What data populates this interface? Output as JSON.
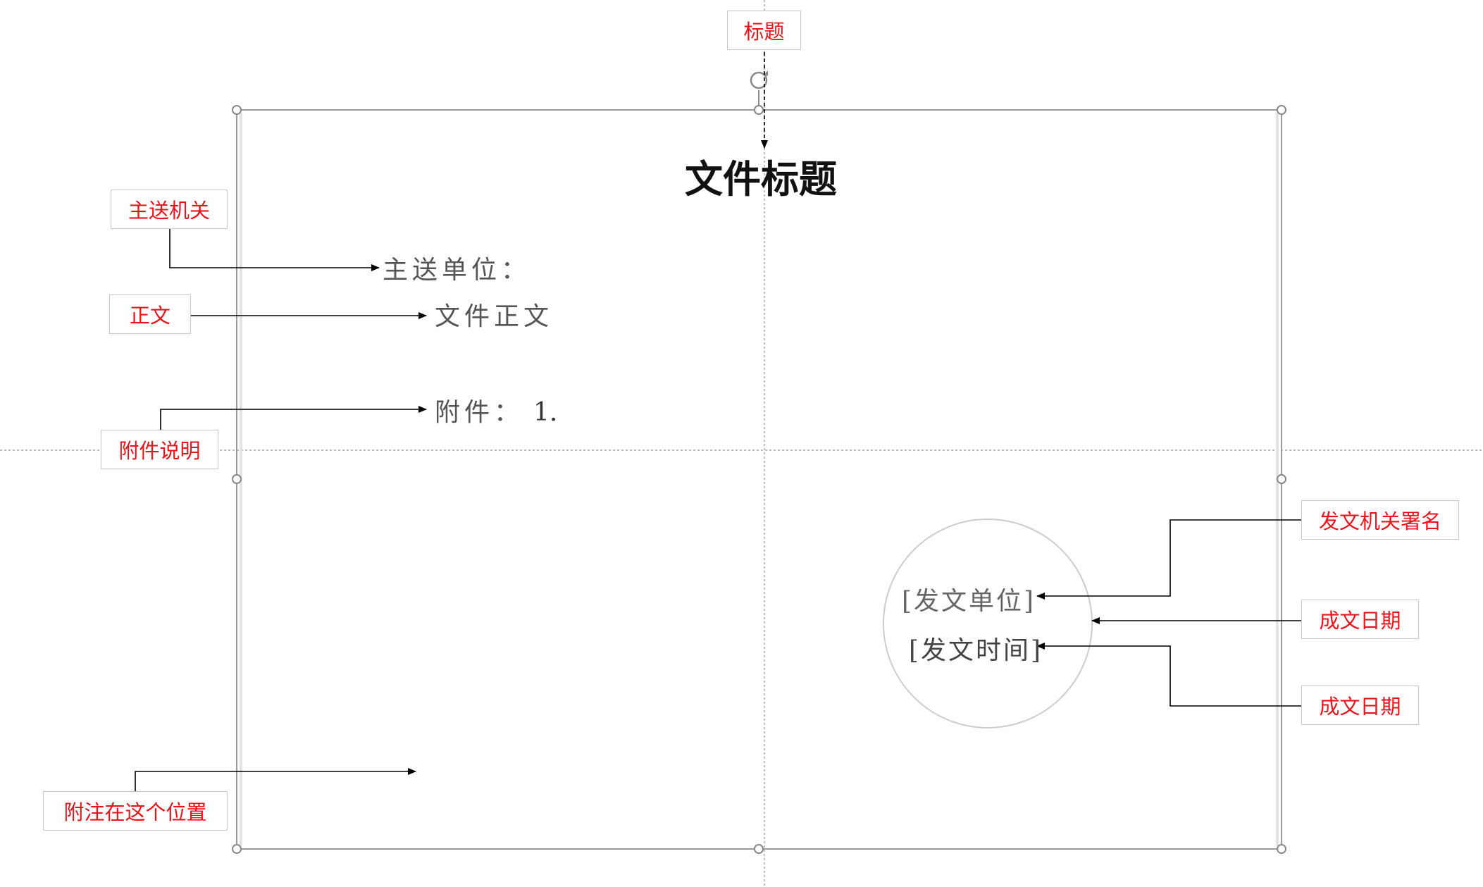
{
  "document": {
    "title": "文件标题",
    "recipient": "主送单位：",
    "body": "文件正文",
    "attachment_label": "附件：",
    "attachment_number": "1.",
    "issuer_placeholder": "[发文单位]",
    "date_placeholder": "[发文时间]"
  },
  "callouts": {
    "title": "标题",
    "recipient_org": "主送机关",
    "body": "正文",
    "attachment_note": "附件说明",
    "issuer_signature": "发文机关署名",
    "issue_date_1": "成文日期",
    "issue_date_2": "成文日期",
    "footnote_position": "附注在这个位置"
  },
  "colors": {
    "callout_text": "#e8141b",
    "callout_border": "#c8c8c8",
    "frame": "#9a9a9a",
    "guide": "#999999",
    "arrow": "#000000"
  }
}
